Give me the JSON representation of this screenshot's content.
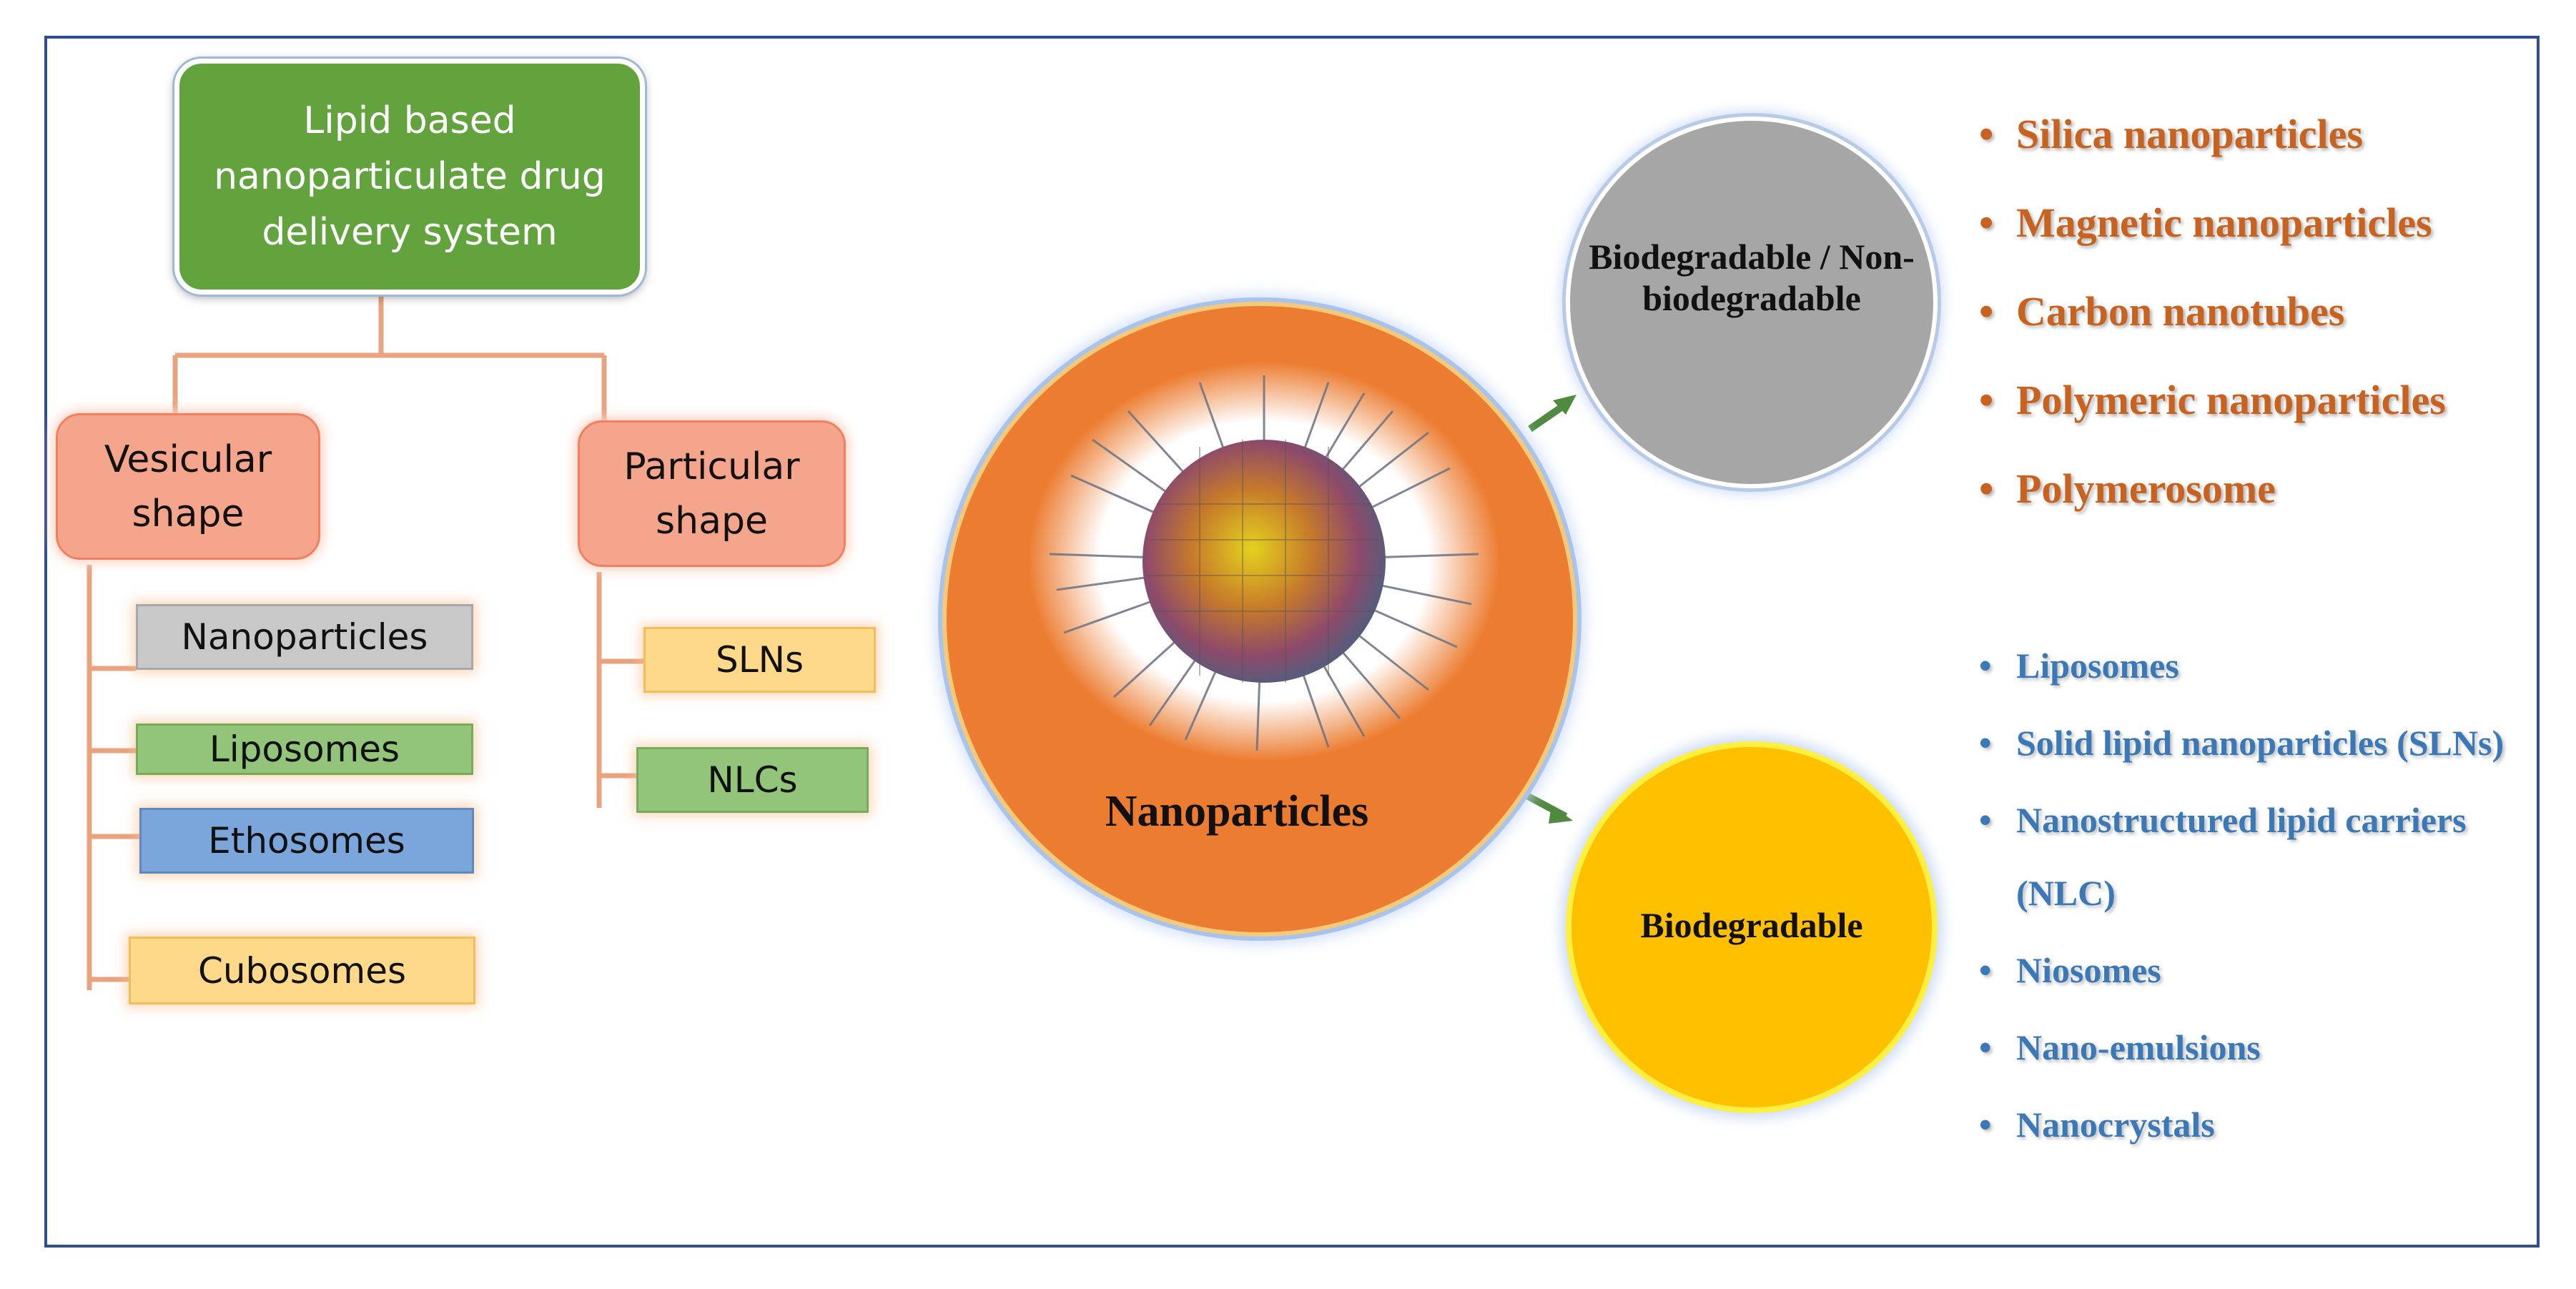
{
  "root_label": "Lipid based nanoparticulate drug delivery system",
  "branches": {
    "vesicular": "Vesicular shape",
    "particular": "Particular shape"
  },
  "vesicular_items": [
    "Nanoparticles",
    "Liposomes",
    "Ethosomes",
    "Cubosomes"
  ],
  "particular_items": [
    "SLNs",
    "NLCs"
  ],
  "center_label": "Nanoparticles",
  "circles": {
    "top": "Biodegradable / Non-biodegradable",
    "bottom": "Biodegradable"
  },
  "bullet": "•",
  "nonbiodegradable_list": [
    "Silica nanoparticles",
    "Magnetic nanoparticles",
    "Carbon nanotubes",
    "Polymeric nanoparticles",
    "Polymerosome"
  ],
  "biodegradable_list": [
    "Liposomes",
    "Solid lipid nanoparticles (SLNs)",
    "Nanostructured lipid carriers (NLC)",
    "Niosomes",
    "Nano-emulsions",
    "Nanocrystals"
  ],
  "colors": {
    "root_fill": "#62a33e",
    "category_fill": "#f5a58b",
    "nanoparticles_fill": "#c8c8c8",
    "liposomes_fill": "#92c47a",
    "ethosomes_fill": "#7aa6dc",
    "cubosomes_fill": "#ffd98a",
    "slns_fill": "#ffd98a",
    "nlcs_fill": "#92c47a",
    "main_circle": "#ec7c30",
    "top_circle": "#a6a6a6",
    "bottom_circle": "#ffc000",
    "orange_text": "#c8621e",
    "blue_text": "#3a78b8"
  }
}
